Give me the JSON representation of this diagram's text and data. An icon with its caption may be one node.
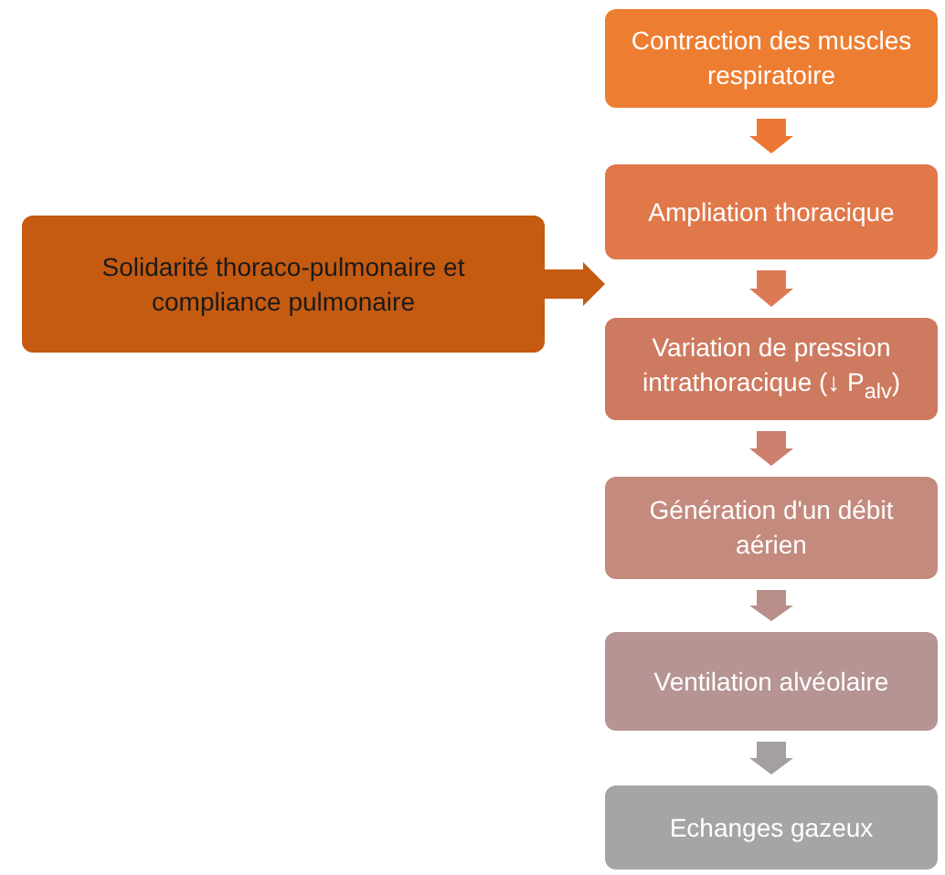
{
  "diagram": {
    "nodes": [
      {
        "text": [
          "Contraction des muscles respiratoire"
        ]
      },
      {
        "text": [
          "Ampliation thoracique"
        ]
      },
      {
        "text": [
          "Variation de pression intrathoracique (↓ P$_{alv}$)"
        ]
      },
      {
        "text": [
          "Génération d'un débit aérien"
        ]
      },
      {
        "text": [
          "Ventilation alvéolaire"
        ]
      },
      {
        "text": [
          "Echanges gazeux"
        ]
      },
      {
        "text": [
          "Solidarité thoraco-pulmonaire et compliance pulmonaire"
        ]
      }
    ],
    "edges": [
      {
        "from": 0,
        "to": 1,
        "arrow": "to",
        "style": "thick",
        "color": "#ec7634"
      },
      {
        "from": 1,
        "to": 2,
        "arrow": "to",
        "style": "thick",
        "color": "#dc7a56"
      },
      {
        "from": 2,
        "to": 3,
        "arrow": "to",
        "style": "thick",
        "color": "#cb7f6c"
      },
      {
        "from": 3,
        "to": 4,
        "arrow": "to",
        "style": "thick",
        "color": "#b98d88"
      },
      {
        "from": 4,
        "to": 5,
        "arrow": "to",
        "style": "thick",
        "color": "#a5a0a0"
      },
      {
        "from": 6,
        "to": 1,
        "arrow": "to",
        "style": "thick",
        "color": "#c55a11"
      }
    ]
  }
}
